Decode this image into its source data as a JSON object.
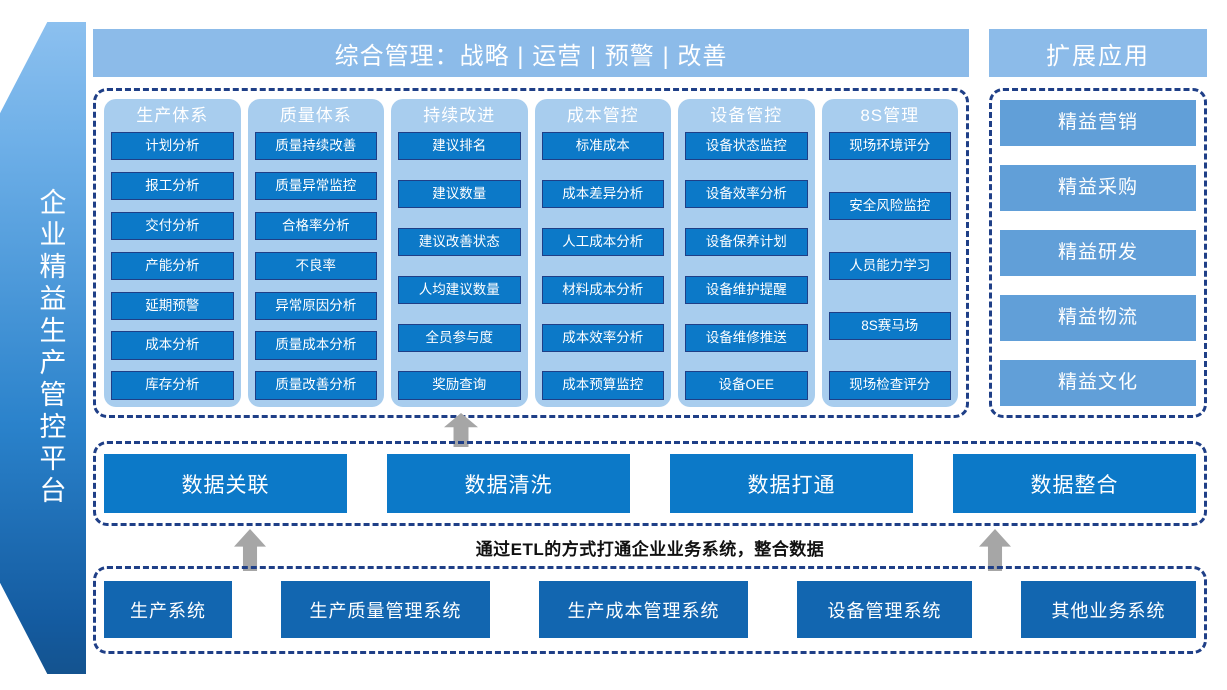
{
  "ribbon": {
    "title": "企业精益生产管控平台"
  },
  "header": {
    "main_title": "综合管理：战略 | 运营 | 预警 | 改善",
    "ext_title": "扩展应用"
  },
  "modules": {
    "columns": [
      {
        "title": "生产体系",
        "items": [
          "计划分析",
          "报工分析",
          "交付分析",
          "产能分析",
          "延期预警",
          "成本分析",
          "库存分析"
        ]
      },
      {
        "title": "质量体系",
        "items": [
          "质量持续改善",
          "质量异常监控",
          "合格率分析",
          "不良率",
          "异常原因分析",
          "质量成本分析",
          "质量改善分析"
        ]
      },
      {
        "title": "持续改进",
        "items": [
          "建议排名",
          "建议数量",
          "建议改善状态",
          "人均建议数量",
          "全员参与度",
          "奖励查询"
        ]
      },
      {
        "title": "成本管控",
        "items": [
          "标准成本",
          "成本差异分析",
          "人工成本分析",
          "材料成本分析",
          "成本效率分析",
          "成本预算监控"
        ]
      },
      {
        "title": "设备管控",
        "items": [
          "设备状态监控",
          "设备效率分析",
          "设备保养计划",
          "设备维护提醒",
          "设备维修推送",
          "设备OEE"
        ]
      },
      {
        "title": "8S管理",
        "items": [
          "现场环境评分",
          "安全风险监控",
          "人员能力学习",
          "8S赛马场",
          "现场检查评分"
        ]
      }
    ]
  },
  "extension": {
    "items": [
      "精益营销",
      "精益采购",
      "精益研发",
      "精益物流",
      "精益文化"
    ]
  },
  "data_layer": {
    "items": [
      "数据关联",
      "数据清洗",
      "数据打通",
      "数据整合"
    ]
  },
  "etl": {
    "caption": "通过ETL的方式打通企业业务系统，整合数据"
  },
  "sources": {
    "items": [
      "生产系统",
      "生产质量管理系统",
      "生产成本管理系统",
      "设备管理系统",
      "其他业务系统"
    ]
  },
  "colors": {
    "ribbon_top": "#8cc0ef",
    "ribbon_bottom": "#14538f",
    "header_bar": "#8cbbe9",
    "dashed_border": "#1f3f87",
    "module_card": "#a8cdee",
    "module_item": "#0c79c8",
    "ext_item": "#619fd8",
    "source_item": "#1266b0",
    "arrow": "#a6a6a6"
  }
}
